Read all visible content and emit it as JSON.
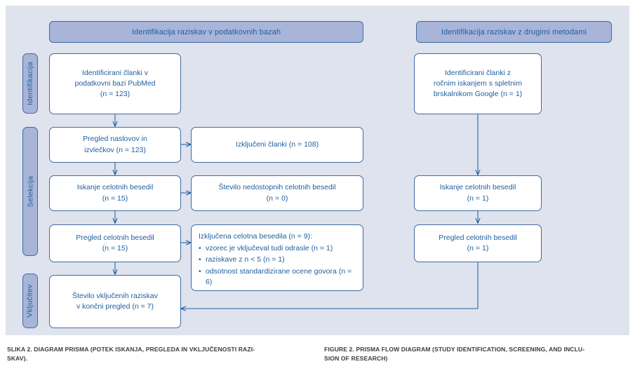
{
  "colors": {
    "panel_bg": "#dfe3ee",
    "header_fill": "#a8b4d8",
    "border": "#3f6aa3",
    "text_blue": "#1f5fa0",
    "caption_text": "#3b3b42",
    "box_fill": "#ffffff"
  },
  "headers": [
    {
      "id": "databases",
      "label": "Identifikacija raziskav v podatkovnih bazah"
    },
    {
      "id": "other-methods",
      "label": "Identifikacija raziskav z drugimi metodami"
    }
  ],
  "stage_labels": [
    {
      "id": "identification",
      "label": "Identifikacija"
    },
    {
      "id": "screening",
      "label": "Selekcija"
    },
    {
      "id": "inclusion",
      "label": "Vključitev"
    }
  ],
  "boxes": {
    "identified_pubmed": "Identificirani članki v\npodatkovni bazi PubMed\n(n = 123)",
    "title_abstract_screening": "Pregled naslovov in\nizvlečkov (n = 123)",
    "excluded_articles": "Izključeni članki (n = 108)",
    "fulltext_search": "Iskanje celotnih besedil\n(n = 15)",
    "fulltext_unavailable": "Število nedostopnih celotnih besedil\n(n = 0)",
    "fulltext_review": "Pregled celotnih besedil\n(n = 15)",
    "included_studies": "Število vključenih raziskav\nv končni pregled (n = 7)",
    "identified_google": "Identificirani članki z\nročnim iskanjem s spletnim\nbrskalnikom Google (n = 1)",
    "fulltext_search_other": "Iskanje celotnih besedil\n(n = 1)",
    "fulltext_review_other": "Pregled celotnih besedil\n(n = 1)"
  },
  "excluded_fulltext": {
    "title": "Izključena celotna besedila (n = 9):",
    "items": [
      "vzorec je vključeval tudi odrasle (n = 1)",
      "raziskave z n < 5 (n = 1)",
      "odsotnost standardizirane ocene govora (n = 6)"
    ]
  },
  "captions": {
    "slovene": "SLIKA 2. DIAGRAM PRISMA (POTEK ISKANJA, PREGLEDA IN VKLJUČENOSTI RAZI-\nSKAV).",
    "english": "FIGURE 2. PRISMA FLOW DIAGRAM (STUDY IDENTIFICATION, SCREENING, AND INCLU-\nSION OF RESEARCH)"
  },
  "chart_data": {
    "type": "diagram",
    "title": "PRISMA flow diagram",
    "nodes": [
      {
        "id": "identified_pubmed",
        "stage": "Identifikacija",
        "column": "databases",
        "n": 123
      },
      {
        "id": "identified_google",
        "stage": "Identifikacija",
        "column": "other-methods",
        "n": 1
      },
      {
        "id": "title_abstract_screening",
        "stage": "Selekcija",
        "column": "databases",
        "n": 123
      },
      {
        "id": "excluded_articles",
        "stage": "Selekcija",
        "column": "databases-side",
        "n": 108
      },
      {
        "id": "fulltext_search",
        "stage": "Selekcija",
        "column": "databases",
        "n": 15
      },
      {
        "id": "fulltext_unavailable",
        "stage": "Selekcija",
        "column": "databases-side",
        "n": 0
      },
      {
        "id": "fulltext_review",
        "stage": "Selekcija",
        "column": "databases",
        "n": 15
      },
      {
        "id": "excluded_fulltext",
        "stage": "Selekcija",
        "column": "databases-side",
        "n": 9
      },
      {
        "id": "fulltext_search_other",
        "stage": "Selekcija",
        "column": "other-methods",
        "n": 1
      },
      {
        "id": "fulltext_review_other",
        "stage": "Selekcija",
        "column": "other-methods",
        "n": 1
      },
      {
        "id": "included_studies",
        "stage": "Vključitev",
        "column": "databases",
        "n": 7
      }
    ],
    "exclusion_reasons": [
      {
        "reason": "vzorec je vključeval tudi odrasle",
        "n": 1
      },
      {
        "reason": "raziskave z n < 5",
        "n": 1
      },
      {
        "reason": "odsotnost standardizirane ocene govora",
        "n": 6
      }
    ]
  }
}
